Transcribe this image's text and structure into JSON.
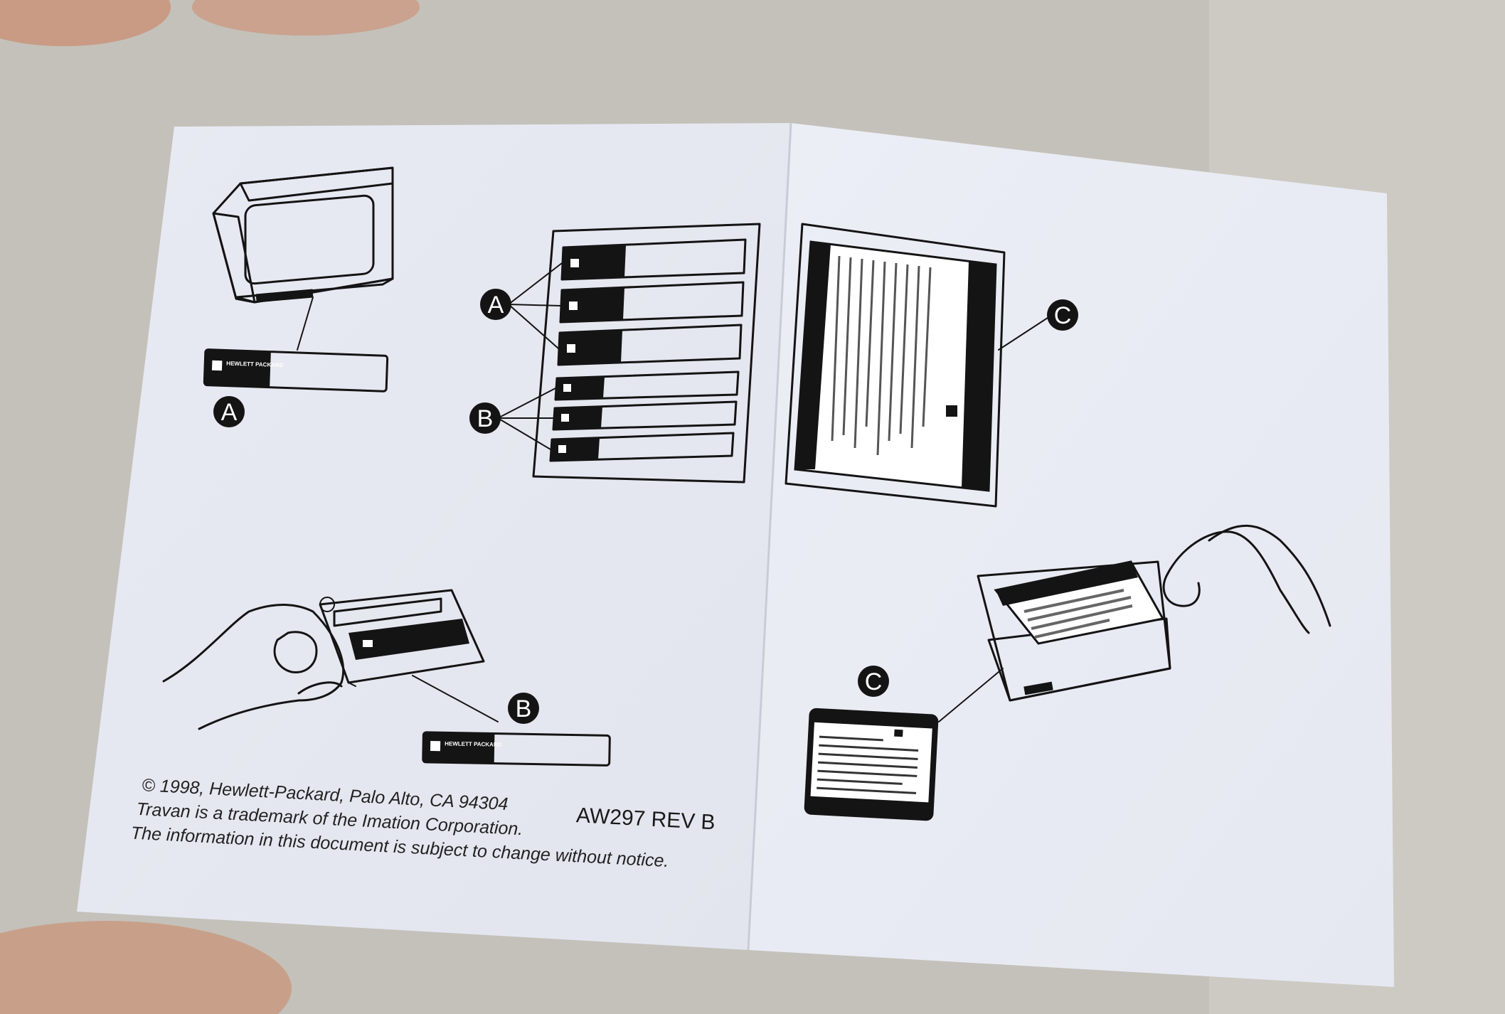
{
  "booklet": {
    "callouts": {
      "a_top_left": "A",
      "a_top_middle": "A",
      "b_middle": "B",
      "b_bottom_left": "B",
      "c_top_right": "C",
      "c_bottom_right": "C"
    },
    "brand_logo_text": "HEWLETT PACKARD",
    "footer": {
      "copyright": "© 1998, Hewlett-Packard, Palo Alto, CA  94304",
      "trademark": "Travan is a trademark of the Imation Corporation.",
      "notice": "The information in this document is subject to change without notice.",
      "document_code": "AW297  REV B"
    }
  },
  "colors": {
    "paper": "#e9ebf4",
    "ink": "#141414",
    "background": "#c4c2bb",
    "skin": "#d9b19b"
  }
}
